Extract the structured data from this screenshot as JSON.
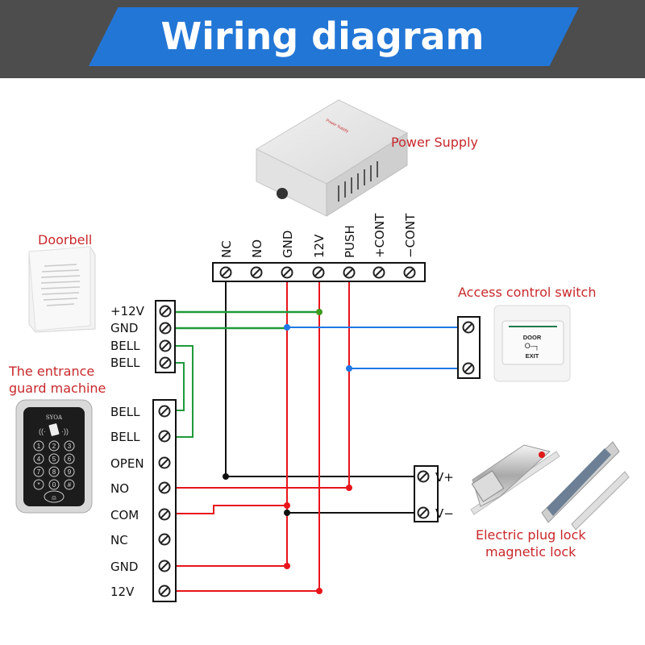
{
  "title": "Wiring diagram",
  "colors": {
    "header_bg": "#4d4d4d",
    "banner": "#2276d6",
    "label_red": "#c8282c",
    "wire_red": "#e8141c",
    "wire_green": "#1f9a3a",
    "wire_blue": "#1f78e6",
    "wire_black": "#111111"
  },
  "devices": {
    "power_supply": {
      "label": "Power Supply",
      "plate_text": "Power Supply"
    },
    "doorbell": {
      "label": "Doorbell"
    },
    "guard_machine": {
      "label_line1": "The entrance",
      "label_line2": "guard machine",
      "brand": "SYOA",
      "keys": [
        "1",
        "2",
        "3",
        "4",
        "5",
        "6",
        "7",
        "8",
        "9",
        "*",
        "0",
        "#"
      ]
    },
    "exit_switch": {
      "label": "Access control switch",
      "text_top": "DOOR",
      "text_bottom": "EXIT"
    },
    "lock": {
      "label_line1": "Electric plug lock",
      "label_line2": "magnetic lock"
    }
  },
  "terminals": {
    "power_supply": [
      "NC",
      "NO",
      "GND",
      "12V",
      "PUSH",
      "+CONT",
      "−CONT"
    ],
    "doorbell": [
      "+12V",
      "GND",
      "BELL",
      "BELL"
    ],
    "guard_machine": [
      "BELL",
      "BELL",
      "OPEN",
      "NO",
      "COM",
      "NC",
      "GND",
      "12V"
    ],
    "exit_switch": [
      "",
      ""
    ],
    "lock": [
      "V+",
      "V−"
    ]
  },
  "connections": [
    {
      "from": "doorbell.+12V",
      "to": "power_supply.12V",
      "color": "green"
    },
    {
      "from": "doorbell.GND",
      "to": "power_supply.GND",
      "color": "green"
    },
    {
      "from": "doorbell.BELL1",
      "to": "guard_machine.BELL2",
      "color": "green"
    },
    {
      "from": "doorbell.BELL2",
      "to": "guard_machine.BELL1",
      "color": "green"
    },
    {
      "from": "power_supply.GND",
      "to": "exit_switch.1",
      "color": "blue"
    },
    {
      "from": "power_supply.PUSH",
      "to": "exit_switch.2",
      "color": "blue"
    },
    {
      "from": "power_supply.NC",
      "to": "lock.V+",
      "color": "black"
    },
    {
      "from": "power_supply.GND",
      "to": "lock.V-",
      "color": "black"
    },
    {
      "from": "guard_machine.NO",
      "to": "power_supply.PUSH",
      "color": "red"
    },
    {
      "from": "guard_machine.COM",
      "to": "power_supply.GND",
      "color": "red"
    },
    {
      "from": "guard_machine.GND",
      "to": "power_supply.GND",
      "color": "red"
    },
    {
      "from": "guard_machine.12V",
      "to": "power_supply.12V",
      "color": "red"
    }
  ]
}
